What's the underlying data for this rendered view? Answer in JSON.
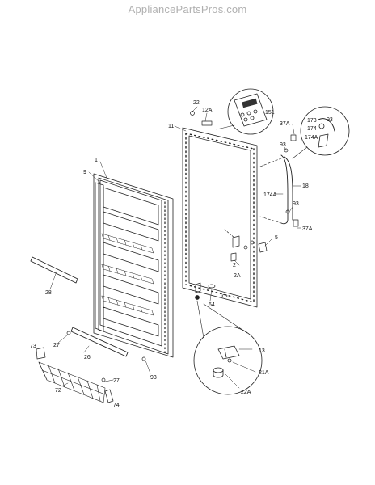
{
  "watermark": "AppliancePartsPros.com",
  "callouts": [
    {
      "id": "c1",
      "text": "1"
    },
    {
      "id": "c9",
      "text": "9"
    },
    {
      "id": "c11",
      "text": "11"
    },
    {
      "id": "c22",
      "text": "22"
    },
    {
      "id": "c12a",
      "text": "12A"
    },
    {
      "id": "c151",
      "text": "151"
    },
    {
      "id": "c37a_top",
      "text": "37A"
    },
    {
      "id": "c93_a",
      "text": "93"
    },
    {
      "id": "c173",
      "text": "173"
    },
    {
      "id": "c93_b",
      "text": "93"
    },
    {
      "id": "c174",
      "text": "174"
    },
    {
      "id": "c174a_r",
      "text": "174A"
    },
    {
      "id": "c18",
      "text": "18"
    },
    {
      "id": "c174a_l",
      "text": "174A"
    },
    {
      "id": "c93_c",
      "text": "93"
    },
    {
      "id": "c37a_b",
      "text": "37A"
    },
    {
      "id": "c5",
      "text": "5"
    },
    {
      "id": "c2",
      "text": "2"
    },
    {
      "id": "c2a",
      "text": "2A"
    },
    {
      "id": "c64",
      "text": "64"
    },
    {
      "id": "c28",
      "text": "28"
    },
    {
      "id": "c27_a",
      "text": "27"
    },
    {
      "id": "c26",
      "text": "26"
    },
    {
      "id": "c73",
      "text": "73"
    },
    {
      "id": "c27_b",
      "text": "27"
    },
    {
      "id": "c93_d",
      "text": "93"
    },
    {
      "id": "c72",
      "text": "72"
    },
    {
      "id": "c74",
      "text": "74"
    },
    {
      "id": "c13",
      "text": "13"
    },
    {
      "id": "c21a",
      "text": "21A"
    },
    {
      "id": "c22a",
      "text": "22A"
    }
  ]
}
